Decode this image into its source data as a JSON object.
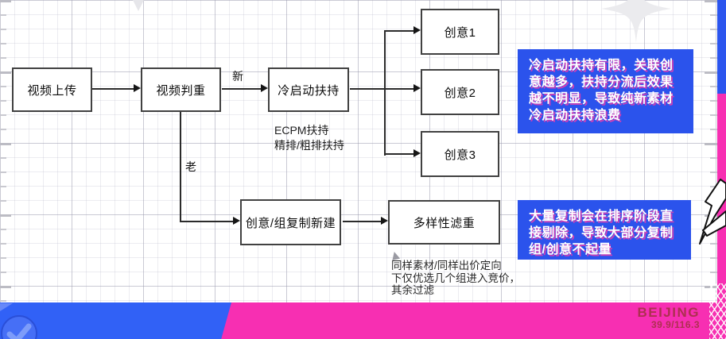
{
  "flow": {
    "nodes": {
      "upload": "视频上传",
      "dedup": "视频判重",
      "cold_start": "冷启动扶持",
      "creative1": "创意1",
      "creative2": "创意2",
      "creative3": "创意3",
      "copy_new": "创意/组复制新建",
      "diversity": "多样性滤重"
    },
    "edge_labels": {
      "new": "新",
      "old": "老"
    },
    "notes": {
      "ecpm": [
        "ECPM扶持",
        "精排/粗排扶持"
      ],
      "sample": [
        "同样素材/同样出价定向",
        "下仅优选几个组进入竞价，",
        "其余过滤"
      ]
    }
  },
  "callouts": [
    {
      "lines": [
        "冷启动扶持有限，关联创",
        "意越多，扶持分流后效果",
        "越不明显，导致纯新素材",
        "冷启动扶持浪费"
      ]
    },
    {
      "lines": [
        "大量复制会在排序阶段直",
        "接剔除，导致大部分复制",
        "组/创意不起量"
      ]
    }
  ],
  "footer": {
    "city": "BEIJING",
    "coords": "39.9/116.3"
  },
  "colors": {
    "callout_bg": "#2b53ec",
    "bar_blue": "#3161f6",
    "accent_pink": "#f72fb2",
    "footer_text": "#ad3050"
  }
}
